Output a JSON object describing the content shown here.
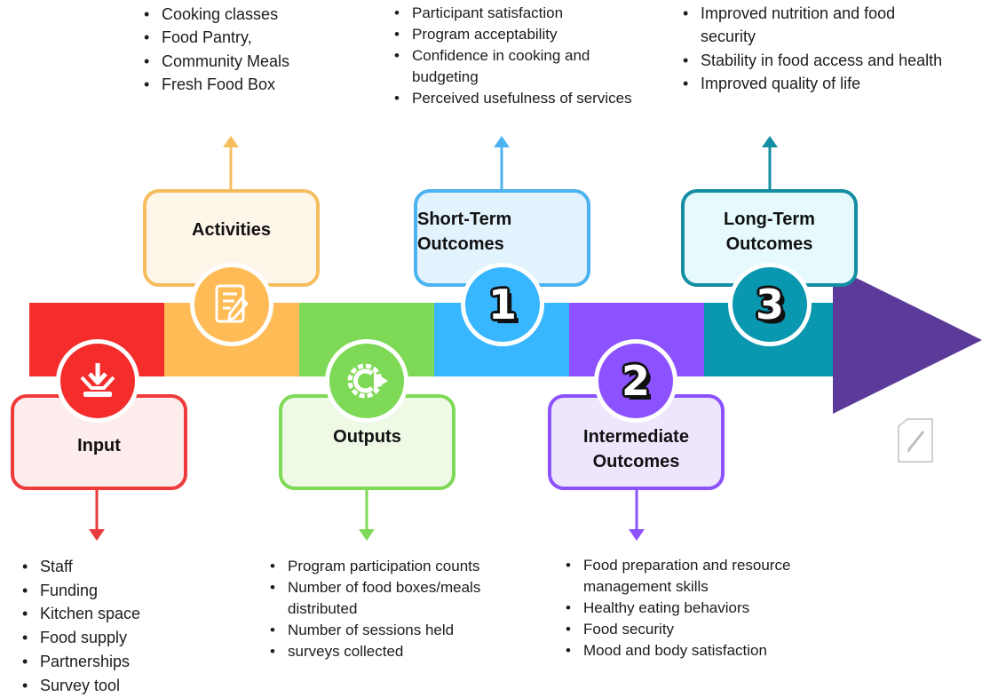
{
  "colors": {
    "input": "#f42c2c",
    "activities": "#ffbb55",
    "outputs": "#7ed957",
    "short_term": "#38b6ff",
    "intermediate": "#8c52ff",
    "long_term": "#0a97b0",
    "arrow_head": "#5b3a9a"
  },
  "stages": {
    "input": {
      "title": "Input",
      "icon": "download-tray-icon",
      "items": [
        "Staff",
        "Funding",
        "Kitchen space",
        "Food supply",
        "Partnerships",
        "Survey tool"
      ]
    },
    "activities": {
      "title": "Activities",
      "icon": "checklist-pencil-icon",
      "items": [
        "Cooking classes",
        "Food Pantry,",
        "Community Meals",
        "Fresh Food Box"
      ]
    },
    "outputs": {
      "title": "Outputs",
      "icon": "gear-arrow-icon",
      "items": [
        "Program participation counts",
        "Number of food boxes/meals distributed",
        "Number of sessions held",
        "surveys collected"
      ]
    },
    "short_term": {
      "title_line1": "Short-Term",
      "title_line2": "Outcomes",
      "number": "1",
      "items": [
        "Participant satisfaction",
        "Program acceptability",
        "Confidence in cooking and budgeting",
        "Perceived usefulness of services"
      ]
    },
    "intermediate": {
      "title_line1": "Intermediate",
      "title_line2": "Outcomes",
      "number": "2",
      "items": [
        "Food preparation and resource management skills",
        "Healthy eating behaviors",
        "Food security",
        "Mood and body satisfaction"
      ]
    },
    "long_term": {
      "title_line1": "Long-Term",
      "title_line2": "Outcomes",
      "number": "3",
      "items": [
        "Improved nutrition and food security",
        "Stability in food access and health",
        "Improved quality of life"
      ]
    }
  },
  "edit_icon": "edit-note-icon"
}
